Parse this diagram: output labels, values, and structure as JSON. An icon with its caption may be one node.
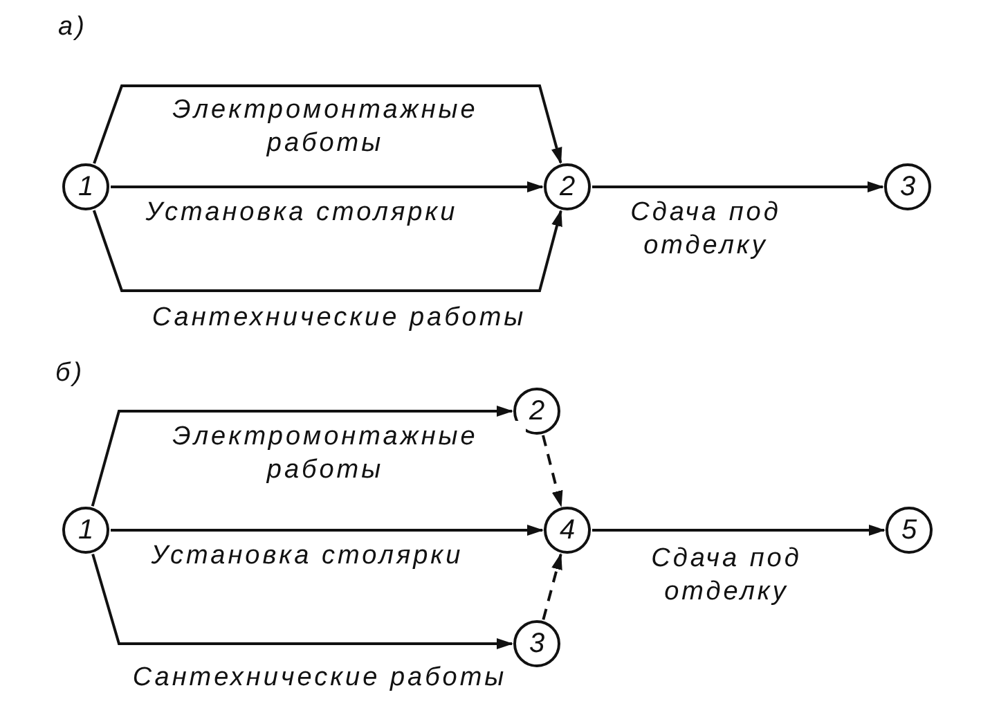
{
  "diagram": {
    "nodes": [
      {
        "text": [
          "1"
        ]
      },
      {
        "text": [
          "2"
        ]
      },
      {
        "text": [
          "3"
        ]
      },
      {
        "text": [
          "1"
        ]
      },
      {
        "text": [
          "2"
        ]
      },
      {
        "text": [
          "3"
        ]
      },
      {
        "text": [
          "4"
        ]
      },
      {
        "text": [
          "5"
        ]
      }
    ],
    "edges": [
      {
        "from": 0,
        "to": 1,
        "arrow": "to",
        "label": "Электромонтажные работы"
      },
      {
        "from": 0,
        "to": 1,
        "arrow": "to",
        "label": "Установка столярки"
      },
      {
        "from": 0,
        "to": 1,
        "arrow": "to",
        "label": "Сантехнические работы"
      },
      {
        "from": 1,
        "to": 2,
        "arrow": "to",
        "label": "Сдача под отделку"
      },
      {
        "from": 3,
        "to": 4,
        "arrow": "to",
        "label": "Электромонтажные работы"
      },
      {
        "from": 3,
        "to": 6,
        "arrow": "to",
        "label": "Установка столярки"
      },
      {
        "from": 3,
        "to": 5,
        "arrow": "to",
        "label": "Сантехнические работы"
      },
      {
        "from": 4,
        "to": 6,
        "arrow": "to",
        "style": "dashed"
      },
      {
        "from": 5,
        "to": 6,
        "arrow": "to",
        "style": "dashed"
      },
      {
        "from": 6,
        "to": 7,
        "arrow": "to",
        "label": "Сдача под отделку"
      }
    ],
    "labels": [
      "а)",
      "б)"
    ]
  }
}
